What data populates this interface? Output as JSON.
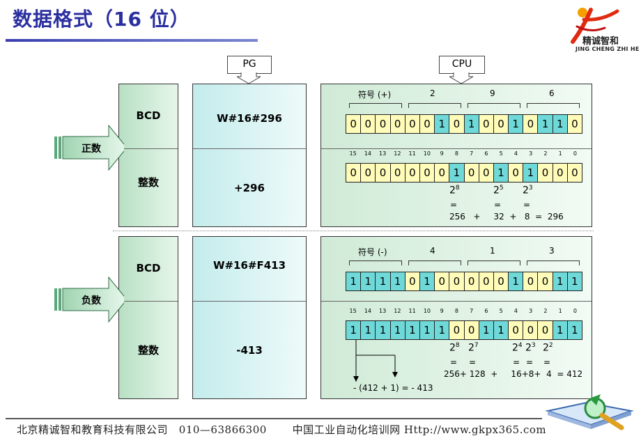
{
  "title": "数据格式（16 位）",
  "logo": {
    "name": "精诚智和",
    "sub": "JING CHENG ZHI HE"
  },
  "columns": {
    "pg": "PG",
    "cpu": "CPU"
  },
  "positive": {
    "arrow_label": "正数",
    "bcd_label": "BCD",
    "int_label": "整数",
    "bcd_value": "W#16#296",
    "int_value": "+296",
    "bcd_groups": [
      "符号 (+)",
      "2",
      "9",
      "6"
    ],
    "bcd_bits": [
      "0",
      "0",
      "0",
      "0",
      "0",
      "0",
      "1",
      "0",
      "1",
      "0",
      "0",
      "1",
      "0",
      "1",
      "1",
      "0"
    ],
    "int_bits": [
      "0",
      "0",
      "0",
      "0",
      "0",
      "0",
      "0",
      "1",
      "0",
      "0",
      "1",
      "0",
      "1",
      "0",
      "0",
      "0"
    ],
    "powers": [
      "8",
      "5",
      "3"
    ],
    "eq": "=",
    "sum_line": "256   +     32  +   8  =  296"
  },
  "negative": {
    "arrow_label": "负数",
    "bcd_label": "BCD",
    "int_label": "整数",
    "bcd_value": "W#16#F413",
    "int_value": "-413",
    "bcd_groups": [
      "符号 (-)",
      "4",
      "1",
      "3"
    ],
    "bcd_bits": [
      "1",
      "1",
      "1",
      "1",
      "0",
      "1",
      "0",
      "0",
      "0",
      "0",
      "0",
      "1",
      "0",
      "0",
      "1",
      "1"
    ],
    "int_bits": [
      "1",
      "1",
      "1",
      "1",
      "1",
      "1",
      "1",
      "0",
      "0",
      "1",
      "1",
      "0",
      "0",
      "0",
      "1",
      "1"
    ],
    "powers": [
      "8",
      "7",
      "4",
      "3",
      "2"
    ],
    "eq": "=",
    "sum_line": "256+ 128  +     16+8+  4  = 412",
    "formula": "- (412 + 1) = - 413"
  },
  "bit_index": [
    "15",
    "14",
    "13",
    "12",
    "11",
    "10",
    "9",
    "8",
    "7",
    "6",
    "5",
    "4",
    "3",
    "2",
    "1",
    "0"
  ],
  "footer": "北京精诚智和教育科技有限公司   010—63866300       中国工业自动化培训网 Http://www.gkpx365.com",
  "colors": {
    "title": "#2a2fa0",
    "bit_yellow": "#fffbb8",
    "bit_cyan": "#6fd9d9"
  }
}
